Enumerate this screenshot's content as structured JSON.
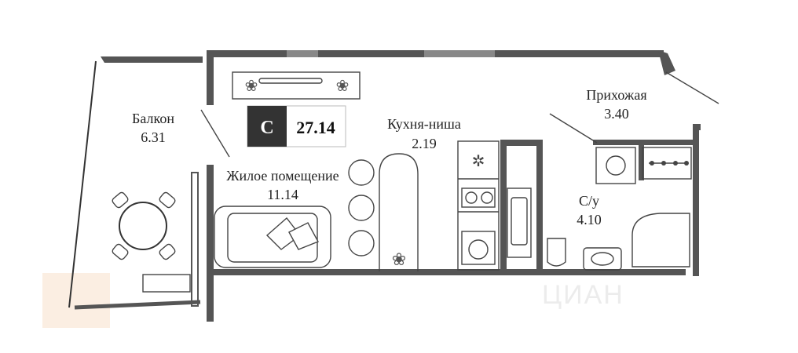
{
  "rooms": {
    "balcony": {
      "name": "Балкон",
      "area": "6.31"
    },
    "living": {
      "name": "Жилое помещение",
      "area": "11.14"
    },
    "kitchen": {
      "name": "Кухня-ниша",
      "area": "2.19"
    },
    "hallway": {
      "name": "Прихожая",
      "area": "3.40"
    },
    "bathroom": {
      "name": "С/у",
      "area": "4.10"
    }
  },
  "badge": {
    "type": "С",
    "total_area": "27.14"
  },
  "watermark": {
    "text": "ЦИАН"
  },
  "colors": {
    "wall": "#555555",
    "badge_dark": "#333333",
    "watermark_logo": "#fbeee2"
  }
}
